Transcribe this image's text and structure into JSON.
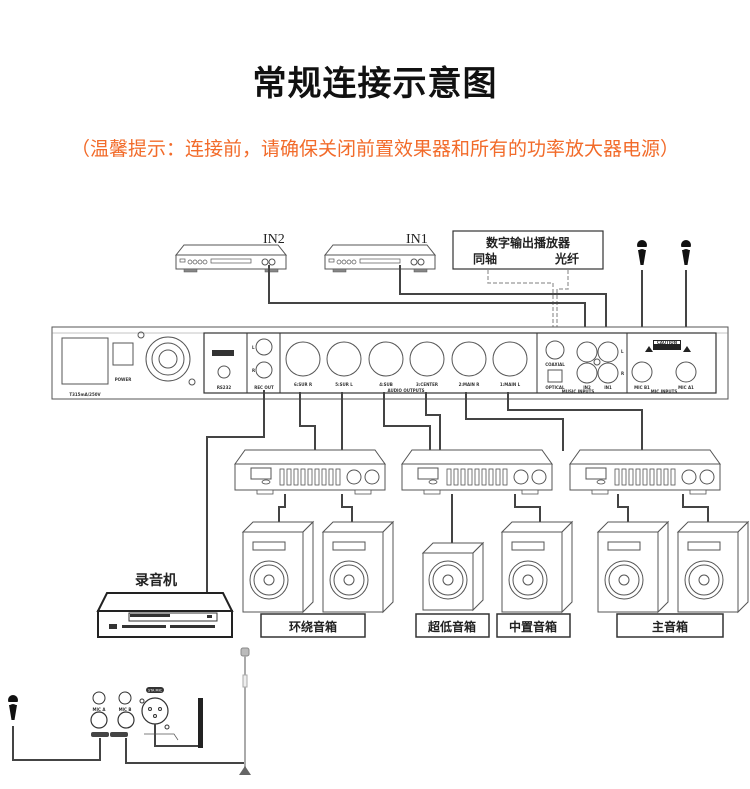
{
  "header": {
    "title": "常规连接示意图",
    "notice": "（温馨提示：连接前，请确保关闭前置效果器和所有的功率放大器电源）",
    "notice_color": "#f26b2a"
  },
  "sources": {
    "in2_label": "IN2",
    "in1_label": "IN1",
    "digital_player": {
      "title": "数字输出播放器",
      "coaxial": "同轴",
      "optical": "光纤"
    }
  },
  "panel": {
    "fuse_label": "T315mA/250V",
    "power_label": "POWER",
    "rs232_label": "RS232",
    "rec_out_label": "REC OUT",
    "audio_outputs_label": "AUDIO OUTPUTS",
    "outputs": [
      "6:SUR R",
      "5:SUR L",
      "4:SUB",
      "3:CENTER",
      "2:MAIN R",
      "1:MAIN L"
    ],
    "coaxial_label": "COAXIAL",
    "optical_label": "OPTICAL",
    "in2_label": "IN2",
    "in1_label": "IN1",
    "music_inputs_label": "MUSIC INPUTS",
    "l_label": "L",
    "r_label": "R",
    "caution_label": "CAUTION",
    "mic_b1_label": "MIC B1",
    "mic_a1_label": "MIC A1",
    "mic_inputs_label": "MIC INPUTS"
  },
  "speakers": {
    "recorder_label": "录音机",
    "surround_label": "环绕音箱",
    "subwoofer_label": "超低音箱",
    "center_label": "中置音箱",
    "main_label": "主音箱"
  },
  "bottom_panel": {
    "mic_a_label": "MIC A",
    "mic_b_label": "MIC B",
    "stand_mic_label": "STA MIC"
  }
}
